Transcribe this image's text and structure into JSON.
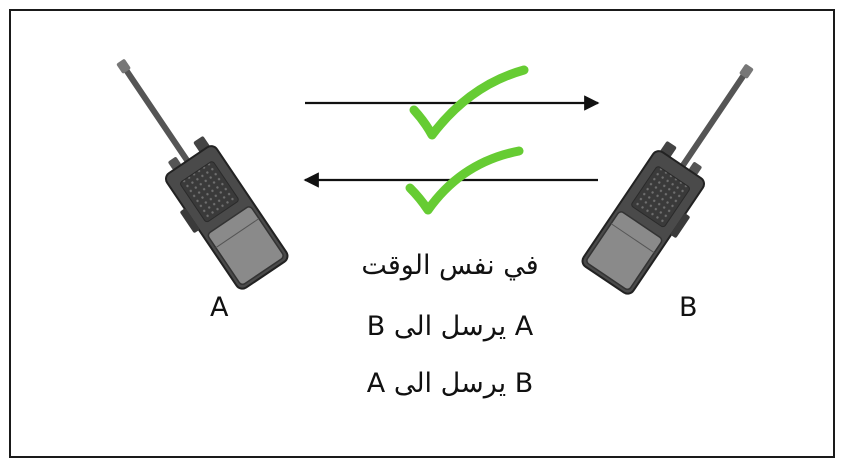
{
  "diagram": {
    "radio_a_label": "A",
    "radio_b_label": "B",
    "caption_lines": [
      "في نفس الوقت",
      "A يرسل الى  B",
      "B يرسل الى A"
    ],
    "colors": {
      "check": "#66cc33",
      "arrow": "#111111",
      "radio_body": "#4a4a4a",
      "radio_light": "#8a8a8a"
    },
    "icons": {
      "radio_a": "walkie-talkie-icon",
      "radio_b": "walkie-talkie-icon",
      "checkmarks": "checkmark-icon"
    }
  }
}
